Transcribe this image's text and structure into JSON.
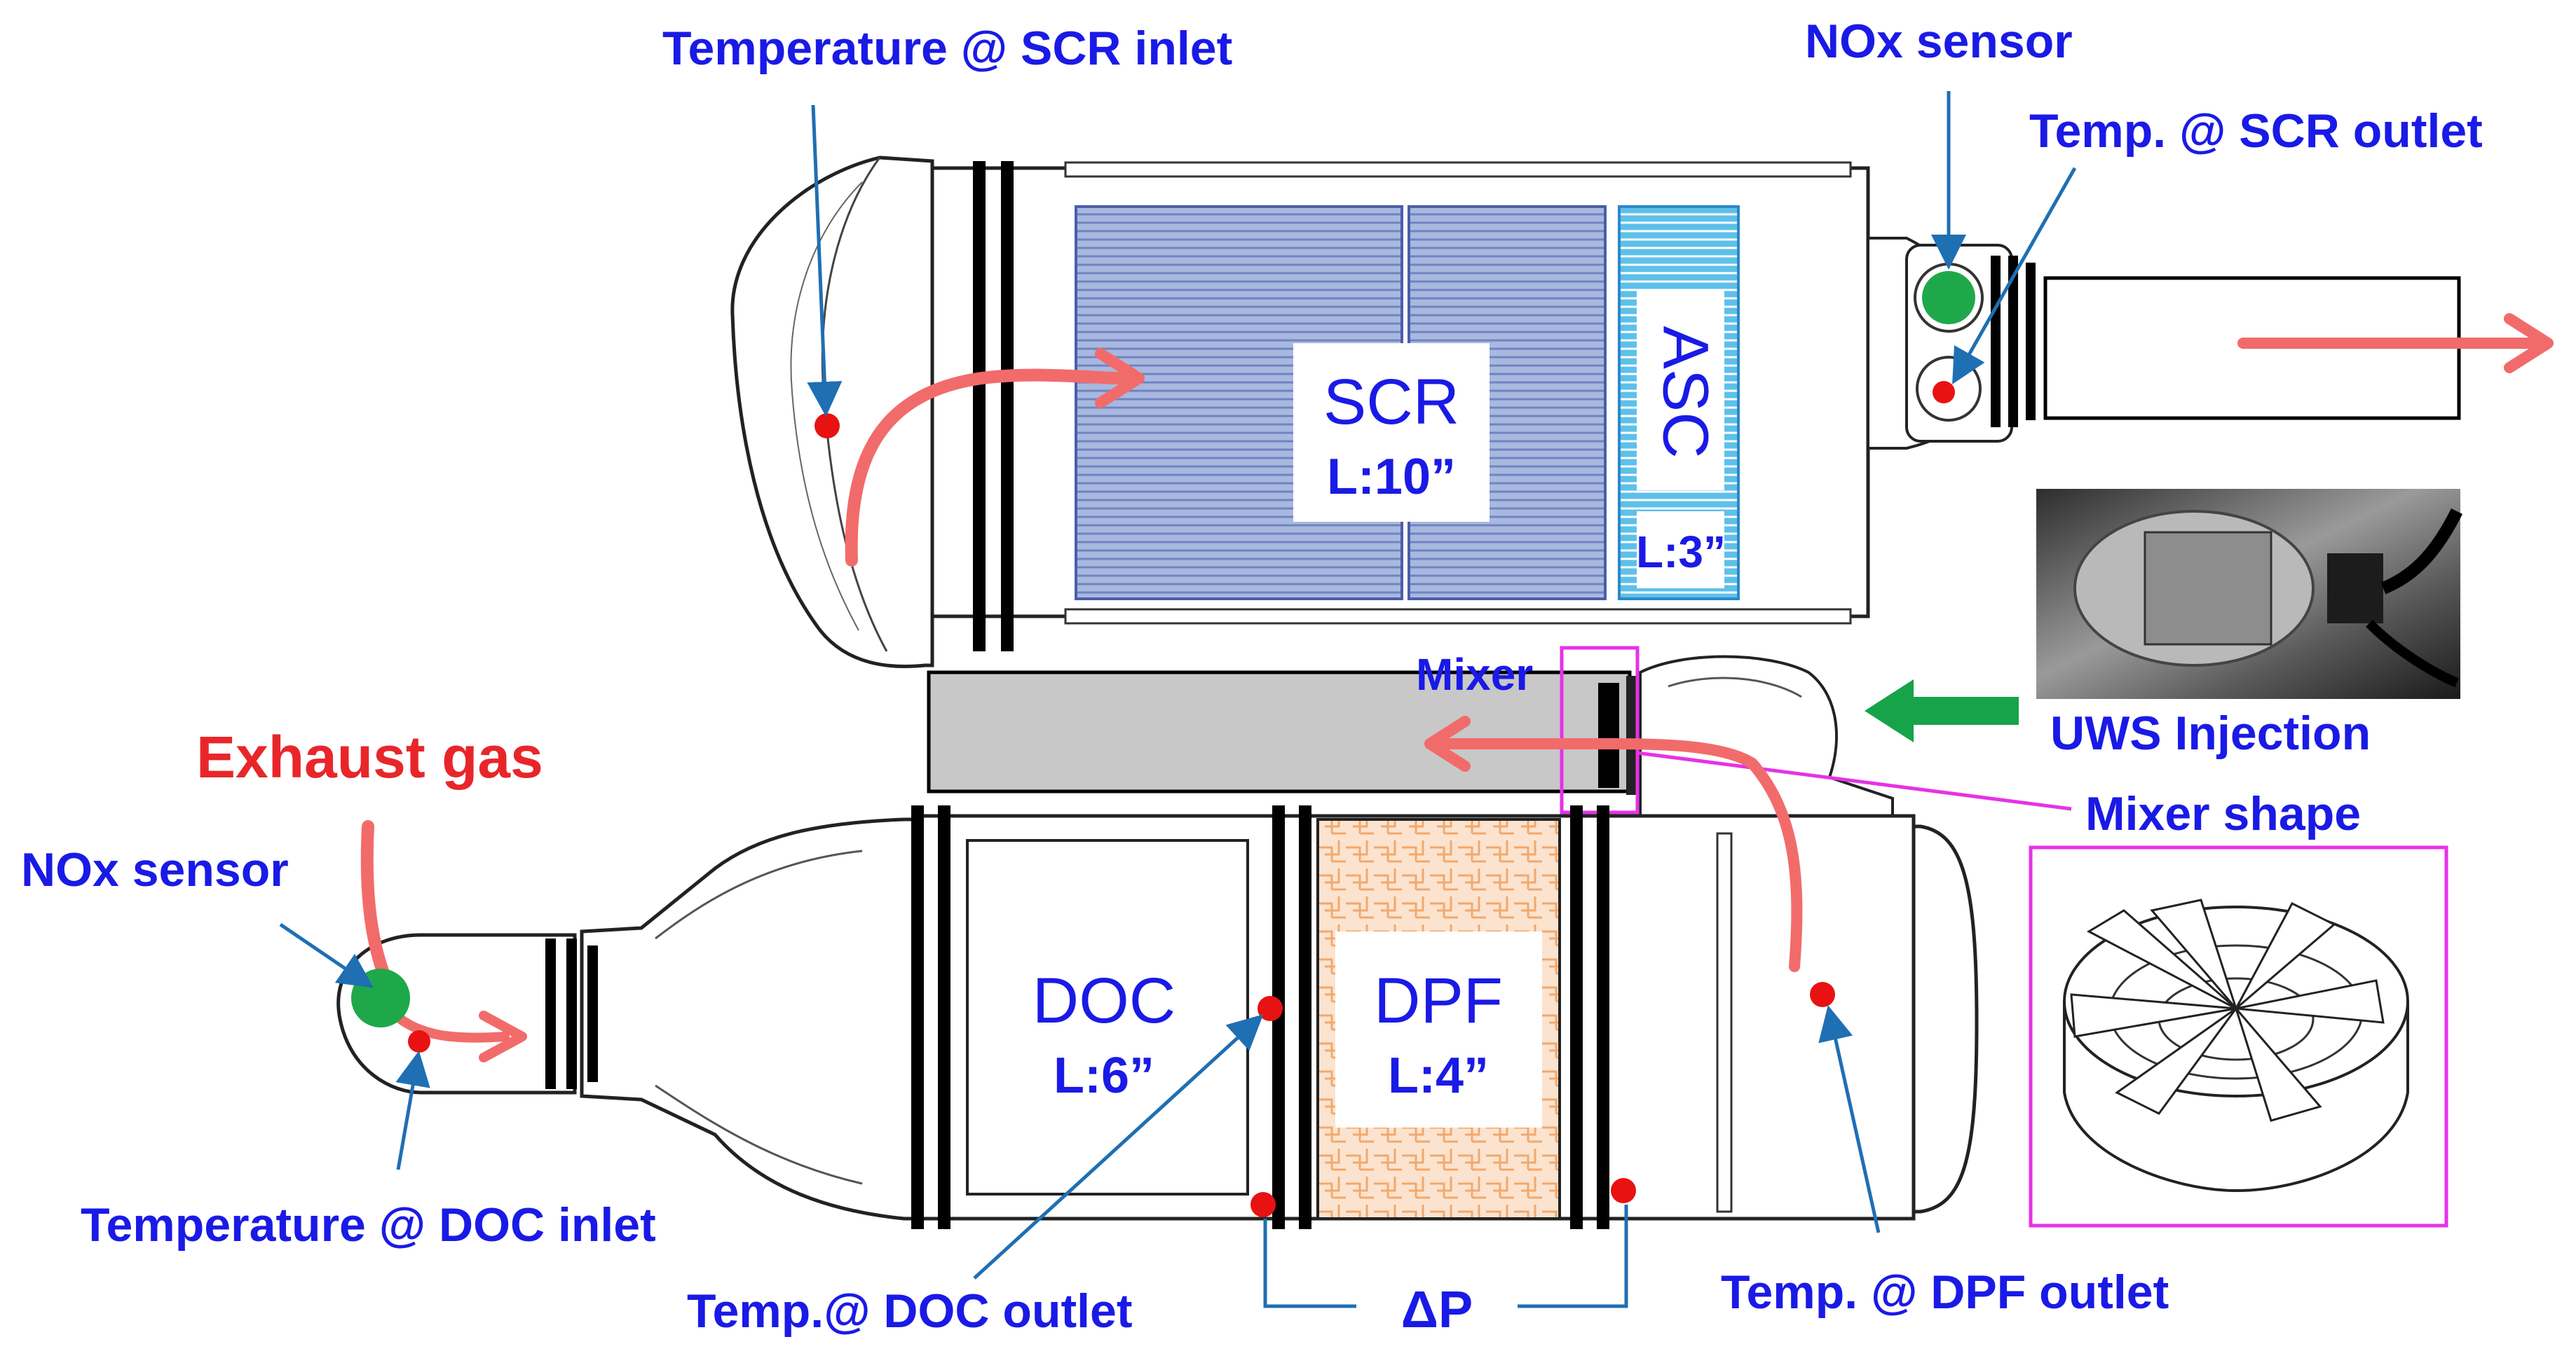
{
  "colors": {
    "label_blue": "#1a1ae6",
    "label_red": "#e8262a",
    "leader_blue": "#1f6fb3",
    "flow_arrow": "#f26b6b",
    "sensor_green": "#1fa84a",
    "thermocouple_red": "#e81212",
    "scr_fill": "#9fb0d9",
    "asc_fill": "#4fb7e6",
    "dpf_fill": "#f6c7a0",
    "mixer_highlight": "#e632e6",
    "uws_arrow": "#16a34a"
  },
  "labels": {
    "temp_scr_inlet": "Temperature @ SCR inlet",
    "nox_sensor_top": "NOx sensor",
    "temp_scr_outlet": "Temp. @ SCR outlet",
    "exhaust_gas": "Exhaust gas",
    "nox_sensor_bottom": "NOx sensor",
    "temp_doc_inlet": "Temperature @ DOC inlet",
    "temp_doc_outlet": "Temp.@ DOC outlet",
    "delta_p": "ΔP",
    "temp_dpf_outlet": "Temp. @ DPF outlet",
    "mixer": "Mixer",
    "uws_injection": "UWS Injection",
    "mixer_shape": "Mixer shape"
  },
  "components": {
    "scr": {
      "name": "SCR",
      "length": "L:10”"
    },
    "asc": {
      "name": "ASC",
      "length": "L:3”"
    },
    "doc": {
      "name": "DOC",
      "length": "L:6”"
    },
    "dpf": {
      "name": "DPF",
      "length": "L:4”"
    }
  },
  "icons": {
    "nox_sensor": "green-circle",
    "thermocouple": "red-dot",
    "uws_photo": "injector-photo",
    "mixer_drawing": "mixer-vanes"
  }
}
